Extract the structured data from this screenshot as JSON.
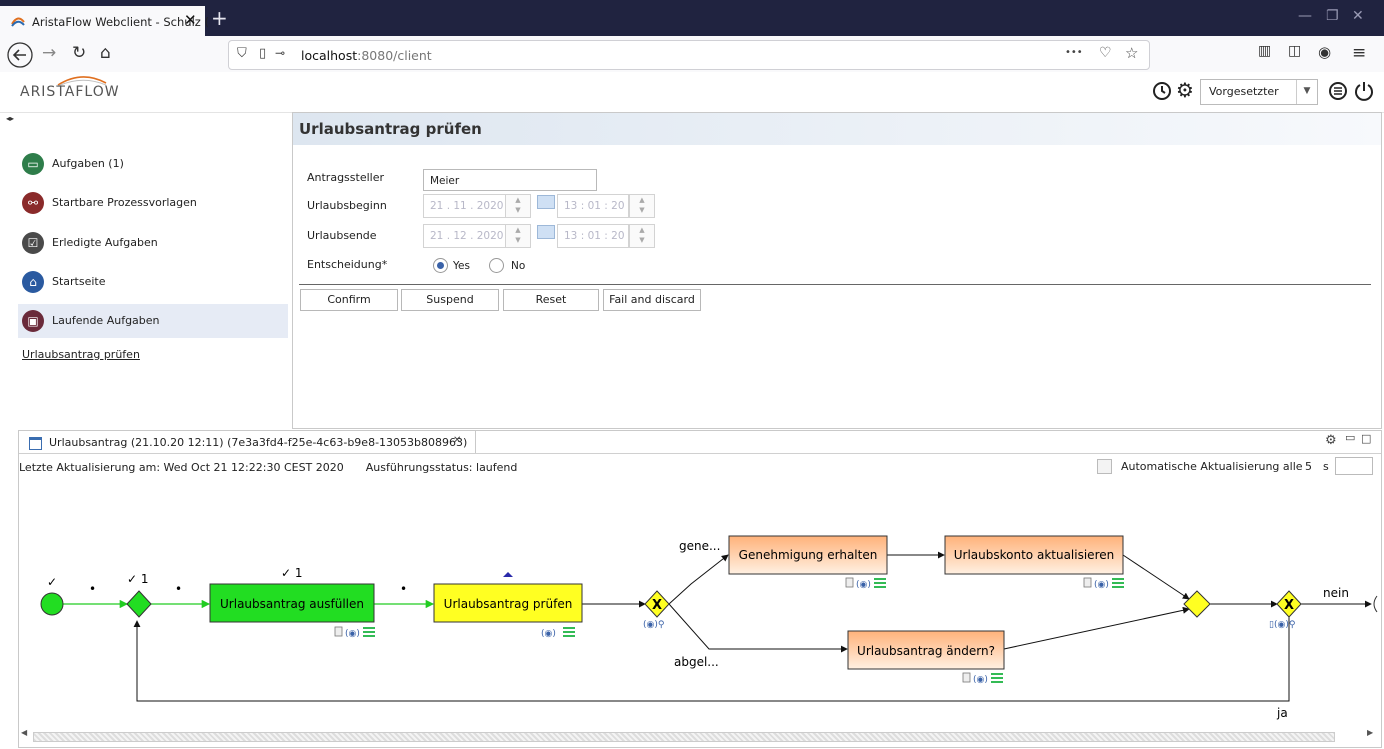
{
  "browser": {
    "tab_title": "AristaFlow Webclient - Schulz (",
    "url_host": "localhost",
    "url_rest": ":8080/client",
    "more_label": "•••"
  },
  "header": {
    "logo": "ARISTAFLOW",
    "role_value": "Vorgesetzter"
  },
  "sidebar": {
    "items": [
      {
        "label": "Aufgaben (1)",
        "color": "#2e7d4a"
      },
      {
        "label": "Startbare Prozessvorlagen",
        "color": "#8a2a2a"
      },
      {
        "label": "Erledigte Aufgaben",
        "color": "#4a4a4a"
      },
      {
        "label": "Startseite",
        "color": "#2a5aa0"
      },
      {
        "label": "Laufende Aufgaben",
        "color": "#6a2a3a"
      }
    ],
    "link": "Urlaubsantrag prüfen"
  },
  "form": {
    "title": "Urlaubsantrag prüfen",
    "fields": {
      "antragsteller_label": "Antragssteller",
      "antragsteller_value": "Meier",
      "beginn_label": "Urlaubsbeginn",
      "beginn_date": "21 . 11 . 2020",
      "beginn_time": "13 : 01 : 20",
      "ende_label": "Urlaubsende",
      "ende_date": "21 . 12 . 2020",
      "ende_time": "13 : 01 : 20",
      "entscheidung_label": "Entscheidung*",
      "yes_label": "Yes",
      "no_label": "No",
      "selected": "Yes"
    },
    "buttons": {
      "confirm": "Confirm",
      "suspend": "Suspend",
      "reset": "Reset",
      "fail": "Fail and discard"
    }
  },
  "process": {
    "tab_title": "Urlaubsantrag (21.10.20 12:11) (7e3a3fd4-f25e-4c63-b9e8-13053b808963)",
    "last_update": "Letzte Aktualisierung am: Wed Oct 21 12:22:30 CEST 2020",
    "exec_status": "Ausführungsstatus: laufend",
    "auto_refresh_label": "Automatische Aktualisierung alle",
    "auto_refresh_value": "5",
    "auto_refresh_unit": "s",
    "nodes": {
      "n1": "Urlaubsantrag ausfüllen",
      "n2": "Urlaubsantrag prüfen",
      "n3": "Genehmigung erhalten",
      "n4": "Urlaubskonto aktualisieren",
      "n5": "Urlaubsantrag ändern?"
    },
    "edge_labels": {
      "gene": "gene...",
      "abgel": "abgel...",
      "nein": "nein",
      "ja": "ja",
      "check": "✓",
      "check1": "✓ 1",
      "dot": "•"
    },
    "colors": {
      "done": "#22dd22",
      "active": "#ffff22",
      "pending": "#ffc9a0"
    }
  }
}
